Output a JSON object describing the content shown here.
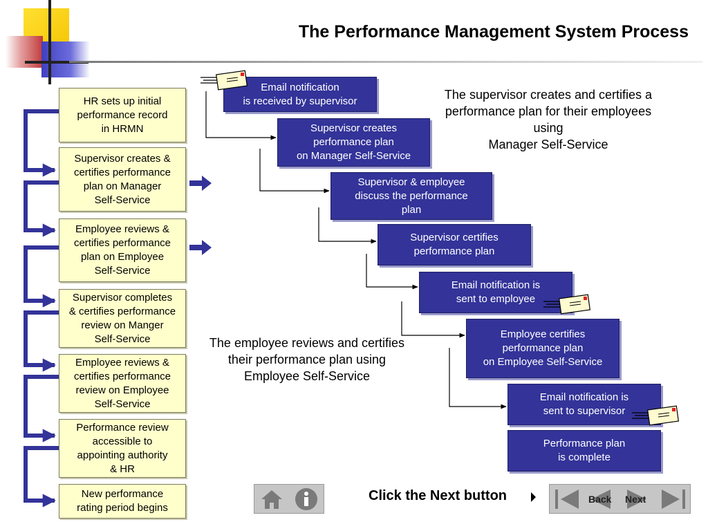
{
  "title": "The Performance Management System Process",
  "steps": [
    "HR sets up initial\nperformance record\nin HRMN",
    "Supervisor creates &\ncertifies performance\nplan on Manager\nSelf-Service",
    "Employee reviews  &\ncertifies performance\nplan on Employee\nSelf-Service",
    "Supervisor completes\n& certifies performance\nreview on Manger\nSelf-Service",
    "Employee reviews  &\ncertifies performance\nreview on Employee\nSelf-Service",
    "Performance review\naccessible to\nappointing authority\n& HR",
    "New performance\nrating period  begins"
  ],
  "flow": [
    "Email notification\nis received by supervisor",
    "Supervisor creates\nperformance plan\non Manager Self-Service",
    "Supervisor & employee\ndiscuss the performance\nplan",
    "Supervisor certifies\nperformance plan",
    "Email notification is\nsent to employee",
    "Employee certifies\nperformance plan\non Employee Self-Service",
    "Email notification is\nsent to supervisor",
    "Performance plan\nis complete"
  ],
  "notes": {
    "supervisor": "The supervisor creates and certifies a\nperformance plan for their employees\nusing\nManager Self-Service",
    "employee": "The employee reviews and certifies\ntheir performance plan using\nEmployee Self-Service"
  },
  "nav": {
    "cta": "Click the Next button",
    "back": "Back",
    "next": "Next"
  },
  "icons": [
    "home-icon",
    "info-icon",
    "first-slide-icon",
    "back-arrow-icon",
    "next-arrow-icon",
    "last-slide-icon",
    "envelope-icon"
  ],
  "colors": {
    "flow_box": "#333399",
    "step_box": "#ffffcc",
    "connector": "#333399"
  }
}
